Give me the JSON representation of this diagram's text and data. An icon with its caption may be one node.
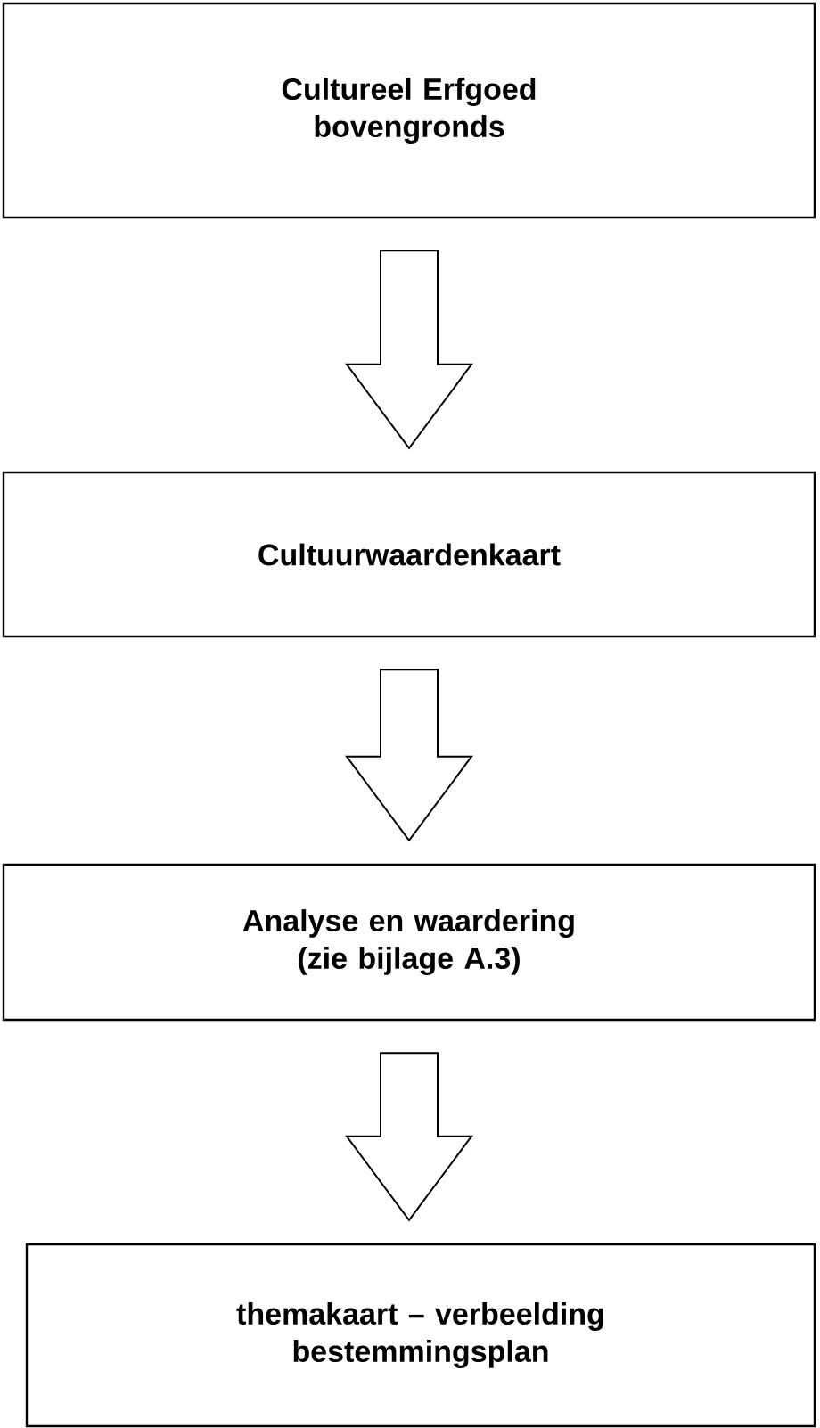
{
  "diagram": {
    "nodes": [
      {
        "text": [
          "Cultureel Erfgoed bovengronds"
        ]
      },
      {
        "text": [
          "Cultuurwaardenkaart"
        ]
      },
      {
        "text": [
          "Analyse en waardering (zie bijlage A.3)"
        ]
      },
      {
        "text": [
          "themakaart – verbeelding bestemmingsplan"
        ]
      }
    ],
    "edges": [
      {
        "from": 0,
        "to": 1,
        "arrow": "to"
      },
      {
        "from": 1,
        "to": 2,
        "arrow": "to"
      },
      {
        "from": 2,
        "to": 3,
        "arrow": "to"
      }
    ]
  }
}
